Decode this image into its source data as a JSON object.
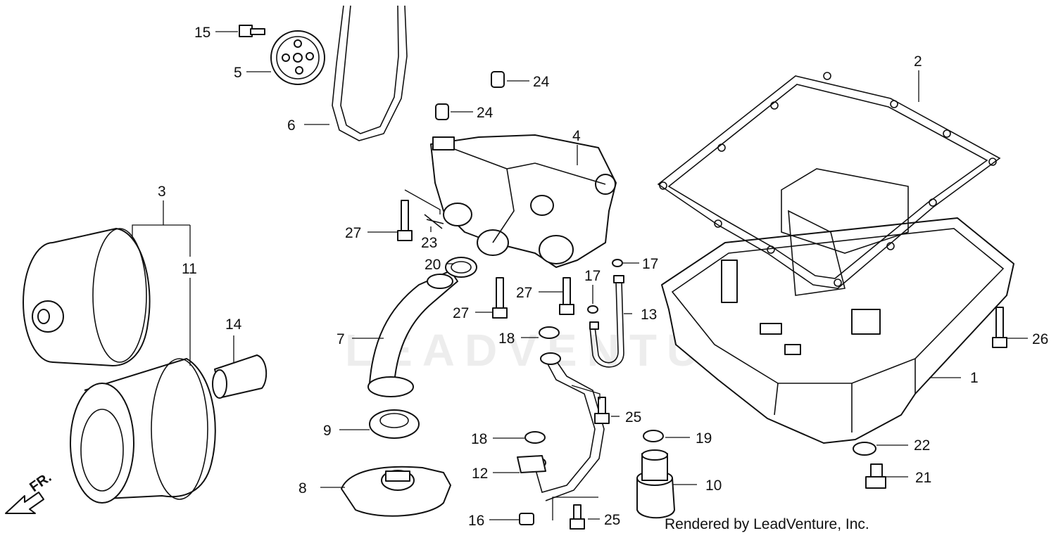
{
  "watermark": "LEADVENTURE",
  "credit": "Rendered by LeadVenture, Inc.",
  "direction_label": "FR.",
  "callouts": [
    {
      "id": "c1",
      "label": "1"
    },
    {
      "id": "c2",
      "label": "2"
    },
    {
      "id": "c3",
      "label": "3"
    },
    {
      "id": "c4",
      "label": "4"
    },
    {
      "id": "c5",
      "label": "5"
    },
    {
      "id": "c6",
      "label": "6"
    },
    {
      "id": "c7",
      "label": "7"
    },
    {
      "id": "c8",
      "label": "8"
    },
    {
      "id": "c9",
      "label": "9"
    },
    {
      "id": "c10",
      "label": "10"
    },
    {
      "id": "c11",
      "label": "11"
    },
    {
      "id": "c12",
      "label": "12"
    },
    {
      "id": "c13",
      "label": "13"
    },
    {
      "id": "c14",
      "label": "14"
    },
    {
      "id": "c15",
      "label": "15"
    },
    {
      "id": "c16",
      "label": "16"
    },
    {
      "id": "c17a",
      "label": "17"
    },
    {
      "id": "c17b",
      "label": "17"
    },
    {
      "id": "c18a",
      "label": "18"
    },
    {
      "id": "c18b",
      "label": "18"
    },
    {
      "id": "c19",
      "label": "19"
    },
    {
      "id": "c20",
      "label": "20"
    },
    {
      "id": "c21",
      "label": "21"
    },
    {
      "id": "c22",
      "label": "22"
    },
    {
      "id": "c23",
      "label": "23"
    },
    {
      "id": "c24a",
      "label": "24"
    },
    {
      "id": "c24b",
      "label": "24"
    },
    {
      "id": "c25a",
      "label": "25"
    },
    {
      "id": "c25b",
      "label": "25"
    },
    {
      "id": "c26",
      "label": "26"
    },
    {
      "id": "c27a",
      "label": "27"
    },
    {
      "id": "c27b",
      "label": "27"
    },
    {
      "id": "c27c",
      "label": "27"
    }
  ]
}
